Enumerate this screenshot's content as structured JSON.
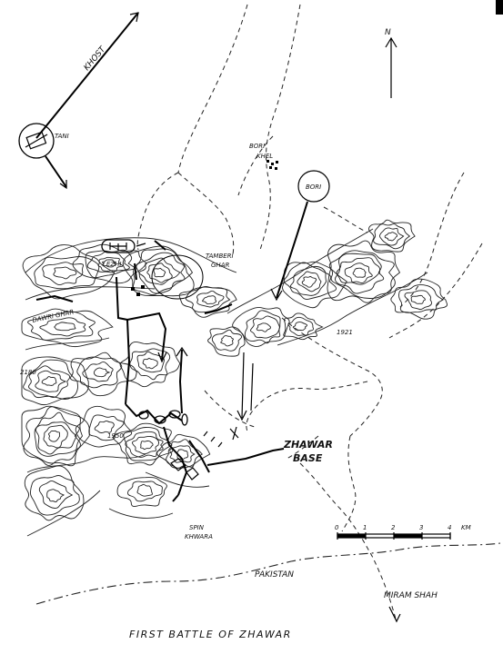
{
  "map": {
    "title": "FIRST BATTLE OF ZHAWAR",
    "north_label": "N",
    "place_labels": {
      "khost": "KHOST",
      "tani": "TANI",
      "bori_khel_1": "BORI",
      "bori_khel_2": "KHEL",
      "bori": "BORI",
      "lezhi": "LEZHI",
      "tamberi_ghar_1": "TAMBERI",
      "tamberi_ghar_2": "GHAR",
      "dawri_ghar": "DAWRI GHAR",
      "elev_2180": "2180",
      "elev_1921": "1921",
      "elev_1950": "1950",
      "zhawar_base_1": "ZHAWAR",
      "zhawar_base_2": "BASE",
      "spin_khwara_1": "SPIN",
      "spin_khwara_2": "KHWARA",
      "pakistan": "PAKISTAN",
      "miram_shah": "MIRAM SHAH"
    },
    "scale": {
      "ticks": [
        "0",
        "1",
        "2",
        "3",
        "4"
      ],
      "unit": "KM"
    }
  }
}
